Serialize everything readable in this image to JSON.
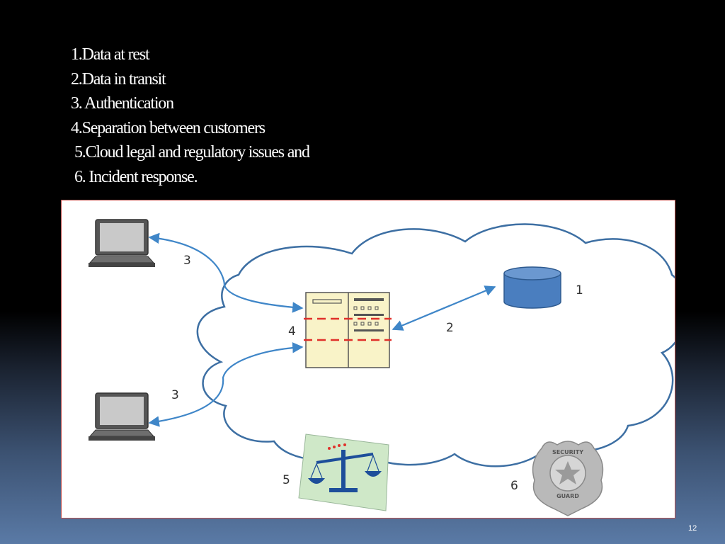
{
  "slide": {
    "items": [
      "1.Data at rest",
      "2.Data in transit",
      "3. Authentication",
      "4.Separation between customers",
      "5.Cloud legal and regulatory issues and",
      "6. Incident response."
    ],
    "page_number": "12"
  },
  "diagram": {
    "labels": {
      "laptop_top_link": "3",
      "laptop_bottom_link": "3",
      "server": "4",
      "transit_link": "2",
      "database": "1",
      "legal": "5",
      "incident": "6"
    },
    "badge_top_text": "SECURITY",
    "badge_bottom_text": "GUARD",
    "colors": {
      "cloud_stroke": "#3d6fa3",
      "arrow": "#3f86c8",
      "database": "#4a7ebf",
      "server_fill": "#f9f3c8",
      "separation_dash": "#e0302a",
      "scale_background": "#cfe8c8",
      "scale": "#1d4e9a",
      "badge": "#b9b9b9"
    }
  }
}
